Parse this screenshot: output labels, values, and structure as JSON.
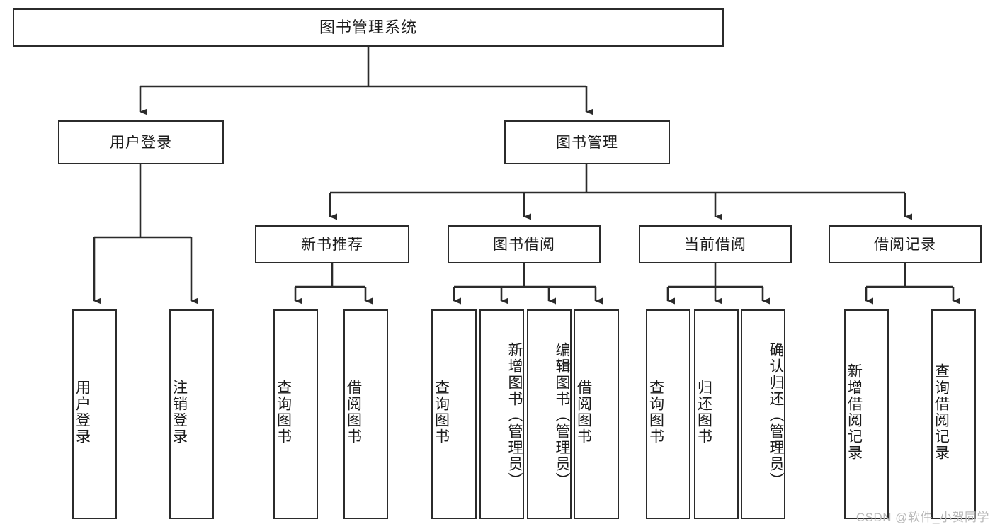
{
  "diagram": {
    "title": "图书管理系统",
    "type": "tree",
    "orientation": "top-down",
    "colors": {
      "node_border": "#2b2b2b",
      "node_fill": "#ffffff",
      "edge": "#2b2b2b",
      "background": "#ffffff",
      "watermark": "#b9b9b9"
    },
    "root": {
      "label": "图书管理系统"
    },
    "level2": [
      {
        "label": "用户登录"
      },
      {
        "label": "图书管理"
      }
    ],
    "level3": [
      {
        "label": "新书推荐"
      },
      {
        "label": "图书借阅"
      },
      {
        "label": "当前借阅"
      },
      {
        "label": "借阅记录"
      }
    ],
    "leaves": {
      "user_login": [
        {
          "label": "用户登录"
        },
        {
          "label": "注销登录"
        }
      ],
      "new_book_recommend": [
        {
          "label": "查询图书"
        },
        {
          "label": "借阅图书"
        }
      ],
      "book_borrow": [
        {
          "label": "查询图书"
        },
        {
          "label": "新增图书（管理员）"
        },
        {
          "label": "编辑图书（管理员）"
        },
        {
          "label": "借阅图书"
        }
      ],
      "current_borrow": [
        {
          "label": "查询图书"
        },
        {
          "label": "归还图书"
        },
        {
          "label": "确认归还（管理员）"
        }
      ],
      "borrow_record": [
        {
          "label": "新增借阅记录"
        },
        {
          "label": "查询借阅记录"
        }
      ]
    },
    "watermark": "CSDN @软件_小贺同学"
  }
}
